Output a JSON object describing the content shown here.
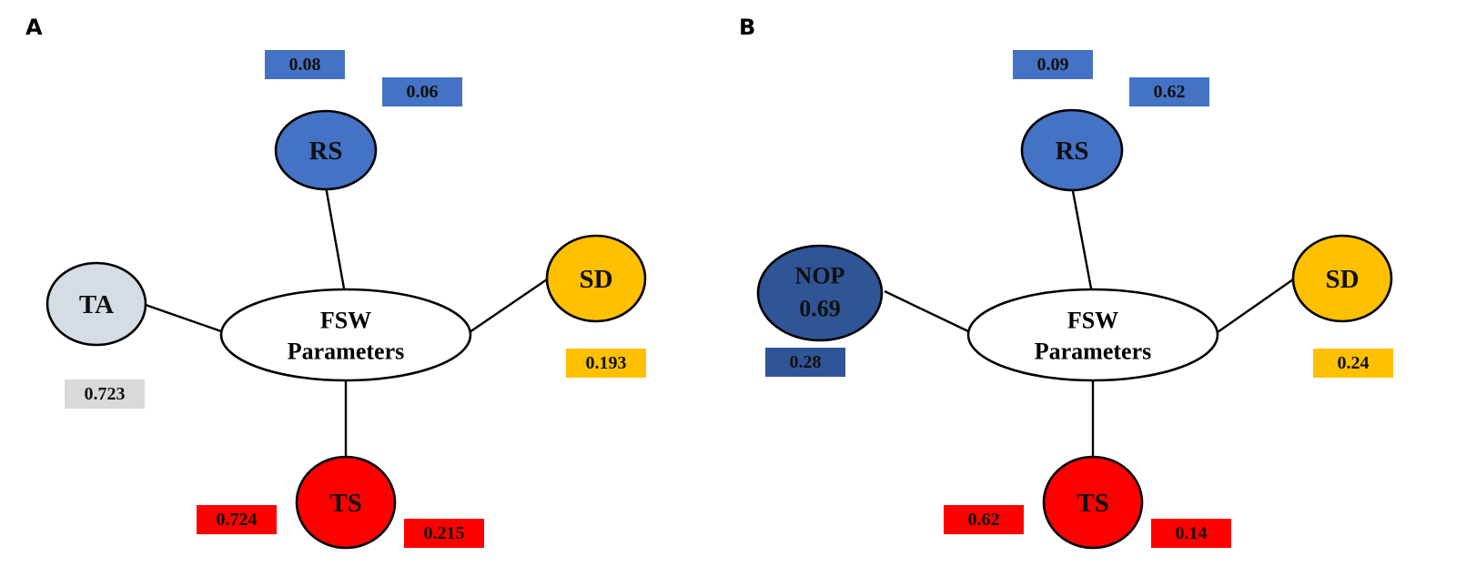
{
  "colors": {
    "rs_blue": "#4472C4",
    "nop_navy": "#2F5597",
    "ta_gray": "#D6DCE4",
    "ta_box_gray": "#D9D9D9",
    "sd_gold": "#FFC000",
    "ts_red": "#FF0000",
    "hub_white": "#FFFFFF"
  },
  "panels": [
    {
      "letter": "A",
      "hub": {
        "line1": "FSW",
        "line2": "Parameters"
      },
      "nodes": {
        "rs": {
          "label": "RS"
        },
        "left": {
          "label": "TA"
        },
        "sd": {
          "label": "SD"
        },
        "ts": {
          "label": "TS"
        }
      },
      "values": {
        "rs_left": "0.08",
        "rs_right": "0.06",
        "left_value": "0.723",
        "sd_value": "0.193",
        "ts_left": "0.724",
        "ts_right": "0.215"
      }
    },
    {
      "letter": "B",
      "hub": {
        "line1": "FSW",
        "line2": "Parameters"
      },
      "nodes": {
        "rs": {
          "label": "RS"
        },
        "left": {
          "label": "NOP",
          "sub": "0.69"
        },
        "sd": {
          "label": "SD"
        },
        "ts": {
          "label": "TS"
        }
      },
      "values": {
        "rs_left": "0.09",
        "rs_right": "0.62",
        "left_value": "0.28",
        "sd_value": "0.24",
        "ts_left": "0.62",
        "ts_right": "0.14"
      }
    }
  ]
}
